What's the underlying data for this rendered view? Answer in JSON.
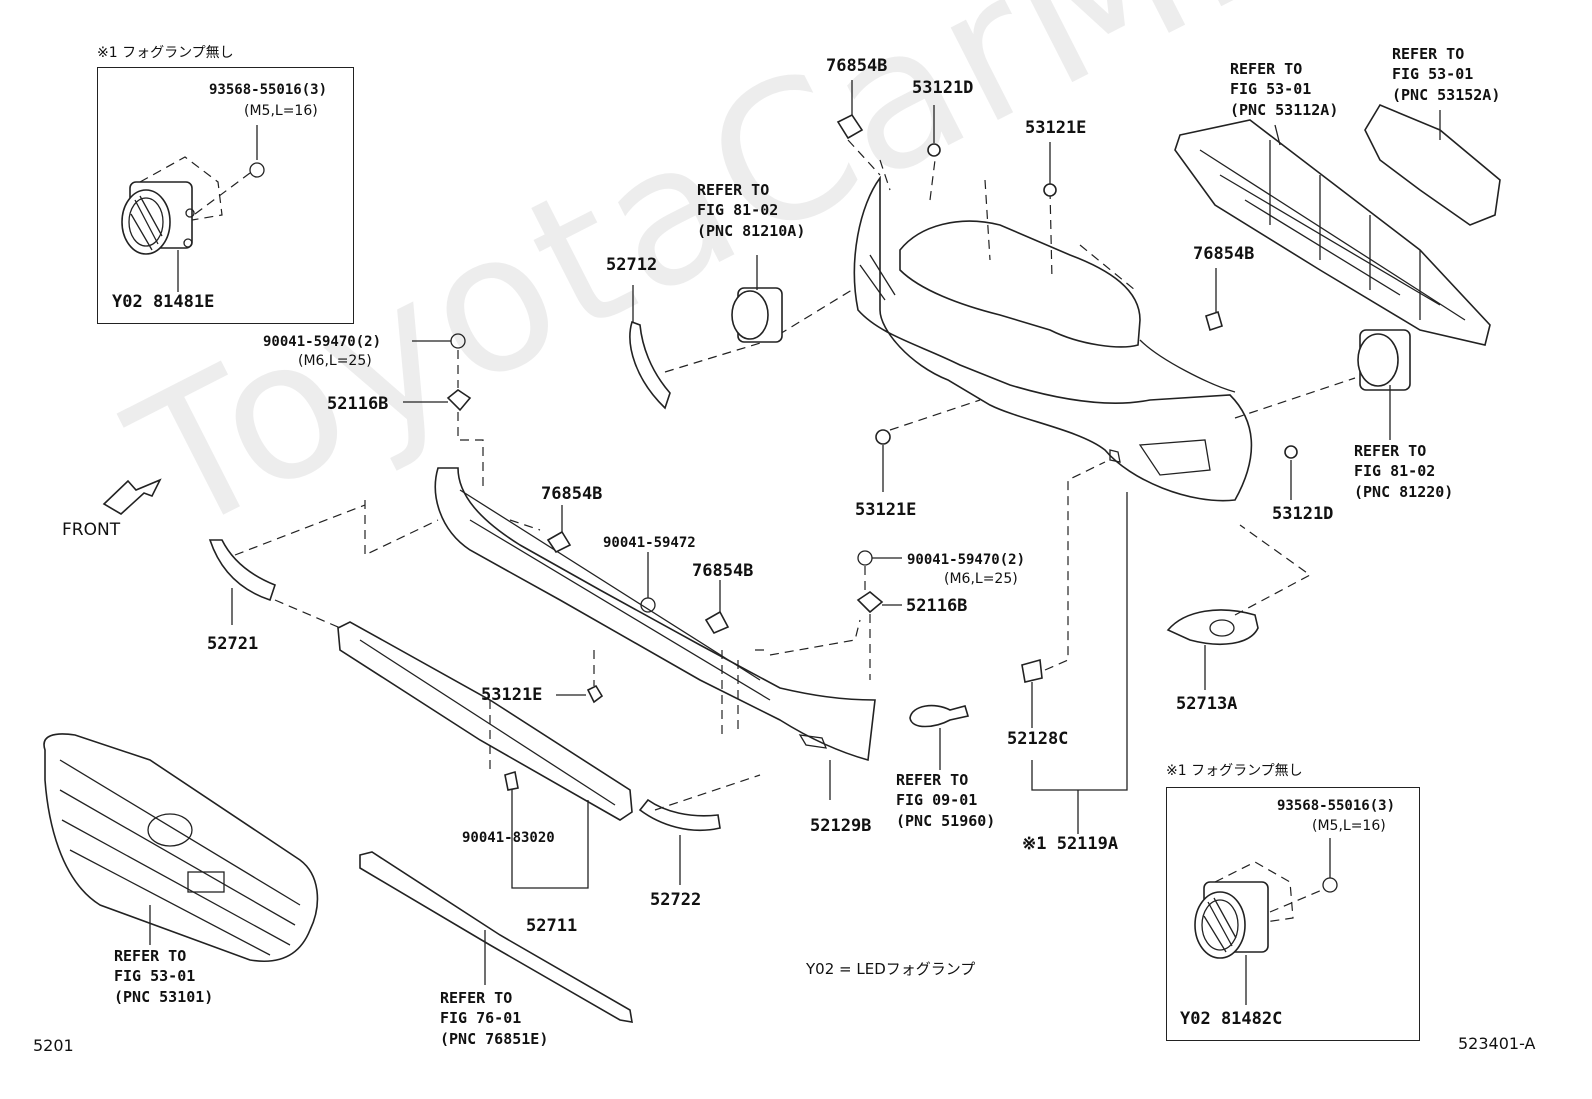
{
  "watermark": "ToyotaCarMiner",
  "front_label": "FRONT",
  "inset_top": {
    "note": "※1 フォグランプ無し",
    "bolt": "93568-55016(3)",
    "bolt_spec": "(M5,L=16)",
    "part": "Y02 81481E"
  },
  "inset_bottom": {
    "note": "※1 フォグランプ無し",
    "bolt": "93568-55016(3)",
    "bolt_spec": "(M5,L=16)",
    "part": "Y02 81482C"
  },
  "labels": {
    "p76854b_top": "76854B",
    "p53121d_top": "53121D",
    "p53121e_top": "53121E",
    "p52712": "52712",
    "p76854b_right": "76854B",
    "p90041_59470_a": "90041-59470(2)",
    "p90041_59470_a_spec": "(M6,L=25)",
    "p52116b_a": "52116B",
    "p53121e_mid": "53121E",
    "p53121d_right": "53121D",
    "p76854b_mid": "76854B",
    "p90041_59472": "90041-59472",
    "p90041_59470_b": "90041-59470(2)",
    "p90041_59470_b_spec": "(M6,L=25)",
    "p76854b_low": "76854B",
    "p52116b_b": "52116B",
    "p52721": "52721",
    "p53121e_low": "53121E",
    "p52713a": "52713A",
    "p52128c": "52128C",
    "p52129b": "52129B",
    "p90041_83020": "90041-83020",
    "p52711": "52711",
    "p52722": "52722",
    "p52119a": "※1 52119A"
  },
  "refs": {
    "fig81_02_left": [
      "REFER TO",
      "FIG 81-02",
      "(PNC 81210A)"
    ],
    "fig53_01_a": [
      "REFER TO",
      "FIG 53-01",
      "(PNC 53112A)"
    ],
    "fig53_01_b": [
      "REFER TO",
      "FIG 53-01",
      "(PNC 53152A)"
    ],
    "fig81_02_right": [
      "REFER TO",
      "FIG 81-02",
      "(PNC 81220)"
    ],
    "fig09_01": [
      "REFER TO",
      "FIG 09-01",
      "(PNC 51960)"
    ],
    "fig53_01_grille": [
      "REFER TO",
      "FIG 53-01",
      "(PNC 53101)"
    ],
    "fig76_01": [
      "REFER TO",
      "FIG 76-01",
      "(PNC 76851E)"
    ]
  },
  "legend": "Y02 = LEDフォグランプ",
  "page_left": "5201",
  "page_right": "523401-A"
}
